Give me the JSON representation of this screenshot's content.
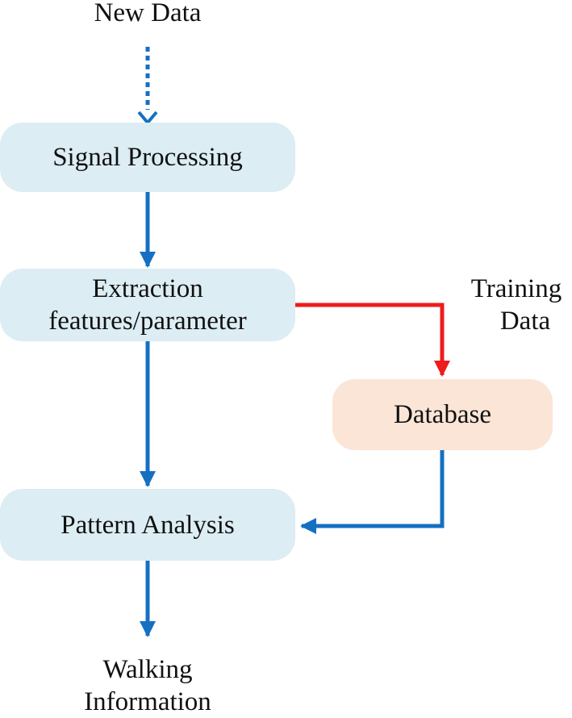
{
  "colors": {
    "flow_arrow": "#1570c2",
    "training_arrow": "#ee1c1c",
    "process_box": "#dcedf3",
    "database_box": "#fbe5d6",
    "text": "#111111"
  },
  "labels": {
    "new_data": "New Data",
    "training_data_line1": "Training",
    "training_data_line2": "Data",
    "walking_info_line1": "Walking",
    "walking_info_line2": "Information"
  },
  "nodes": {
    "signal_processing": "Signal Processing",
    "extraction_line1": "Extraction",
    "extraction_line2": "features/parameter",
    "database": "Database",
    "pattern_analysis": "Pattern Analysis"
  }
}
